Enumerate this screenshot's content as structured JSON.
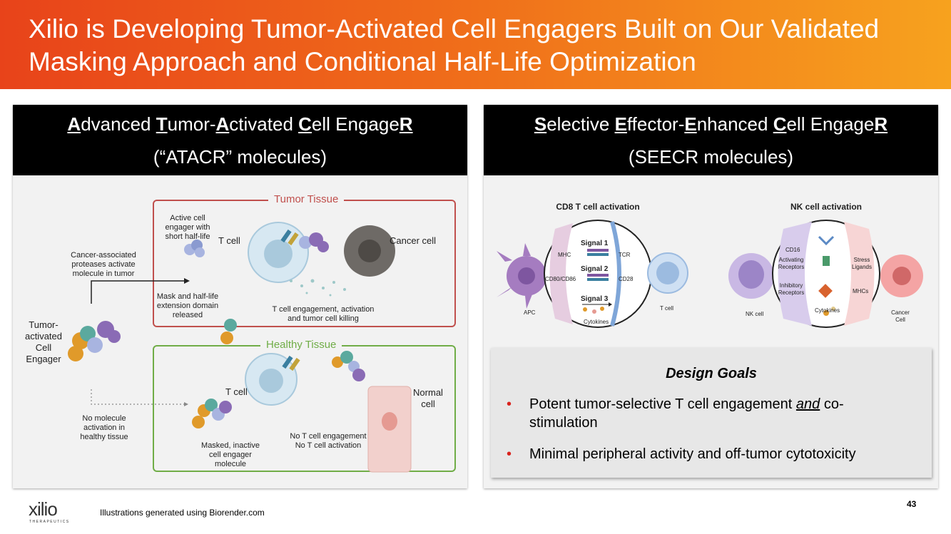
{
  "header": {
    "title": "Xilio is Developing Tumor-Activated Cell Engagers Built on Our Validated Masking Approach and Conditional Half-Life Optimization"
  },
  "left_panel": {
    "title_parts": [
      "A",
      "dvanced ",
      "T",
      "umor-",
      "A",
      "ctivated ",
      "C",
      "ell Engage",
      "R"
    ],
    "subtitle": "(“ATACR” molecules)",
    "tumor_box_title": "Tumor Tissue",
    "healthy_box_title": "Healthy Tissue",
    "labels": {
      "proteases": "Cancer-associated proteases activate molecule in tumor",
      "active_engager": "Active cell engager with short half-life",
      "tcell_tumor": "T cell",
      "cancer_cell": "Cancer cell",
      "mask_released": "Mask and half-life extension domain released",
      "engagement": "T cell engagement, activation and tumor cell killing",
      "tumor_activated": "Tumor-activated Cell Engager",
      "no_activation": "No molecule activation in healthy tissue",
      "tcell_healthy": "T cell",
      "normal_cell": "Normal cell",
      "masked_inactive": "Masked, inactive cell engager molecule",
      "no_engagement": "No T cell engagement No T cell activation"
    }
  },
  "right_panel": {
    "title_parts": [
      "S",
      "elective ",
      "E",
      "ffector-",
      "E",
      "nhanced ",
      "C",
      "ell Engage",
      "R"
    ],
    "subtitle": "(SEECR molecules)",
    "cd8_title": "CD8 T cell activation",
    "nk_title": "NK cell activation",
    "cd8_labels": {
      "signal1": "Signal 1",
      "signal2": "Signal 2",
      "signal3": "Signal 3",
      "mhc": "MHC",
      "tcr": "TCR",
      "cd80": "CD80/CD86",
      "cd28": "CD28",
      "cytokines": "Cytokines",
      "apc": "APC",
      "tcell": "T cell"
    },
    "nk_labels": {
      "cd16": "CD16",
      "activating": "Activating Receptors",
      "stress": "Stress Ligands",
      "inhibitory": "Inhibitory Receptors",
      "mhcs": "MHCs",
      "cytokines": "Cytokines",
      "nkcell": "NK cell",
      "cancer": "Cancer Cell"
    },
    "design_goals": {
      "title": "Design Goals",
      "goal1_pre": "Potent tumor-selective T cell engagement ",
      "goal1_em": "and",
      "goal1_post": " co-stimulation",
      "goal2": "Minimal peripheral activity and off-tumor cytotoxicity"
    }
  },
  "footer": {
    "note": "Illustrations generated using Biorender.com",
    "page_number": "43",
    "logo_text": "xilio",
    "logo_sub": "THERAPEUTICS"
  },
  "colors": {
    "header_start": "#e8431a",
    "header_end": "#f7a21e",
    "tumor_border": "#c0504d",
    "healthy_border": "#70ad47",
    "bullet": "#d9231d"
  }
}
